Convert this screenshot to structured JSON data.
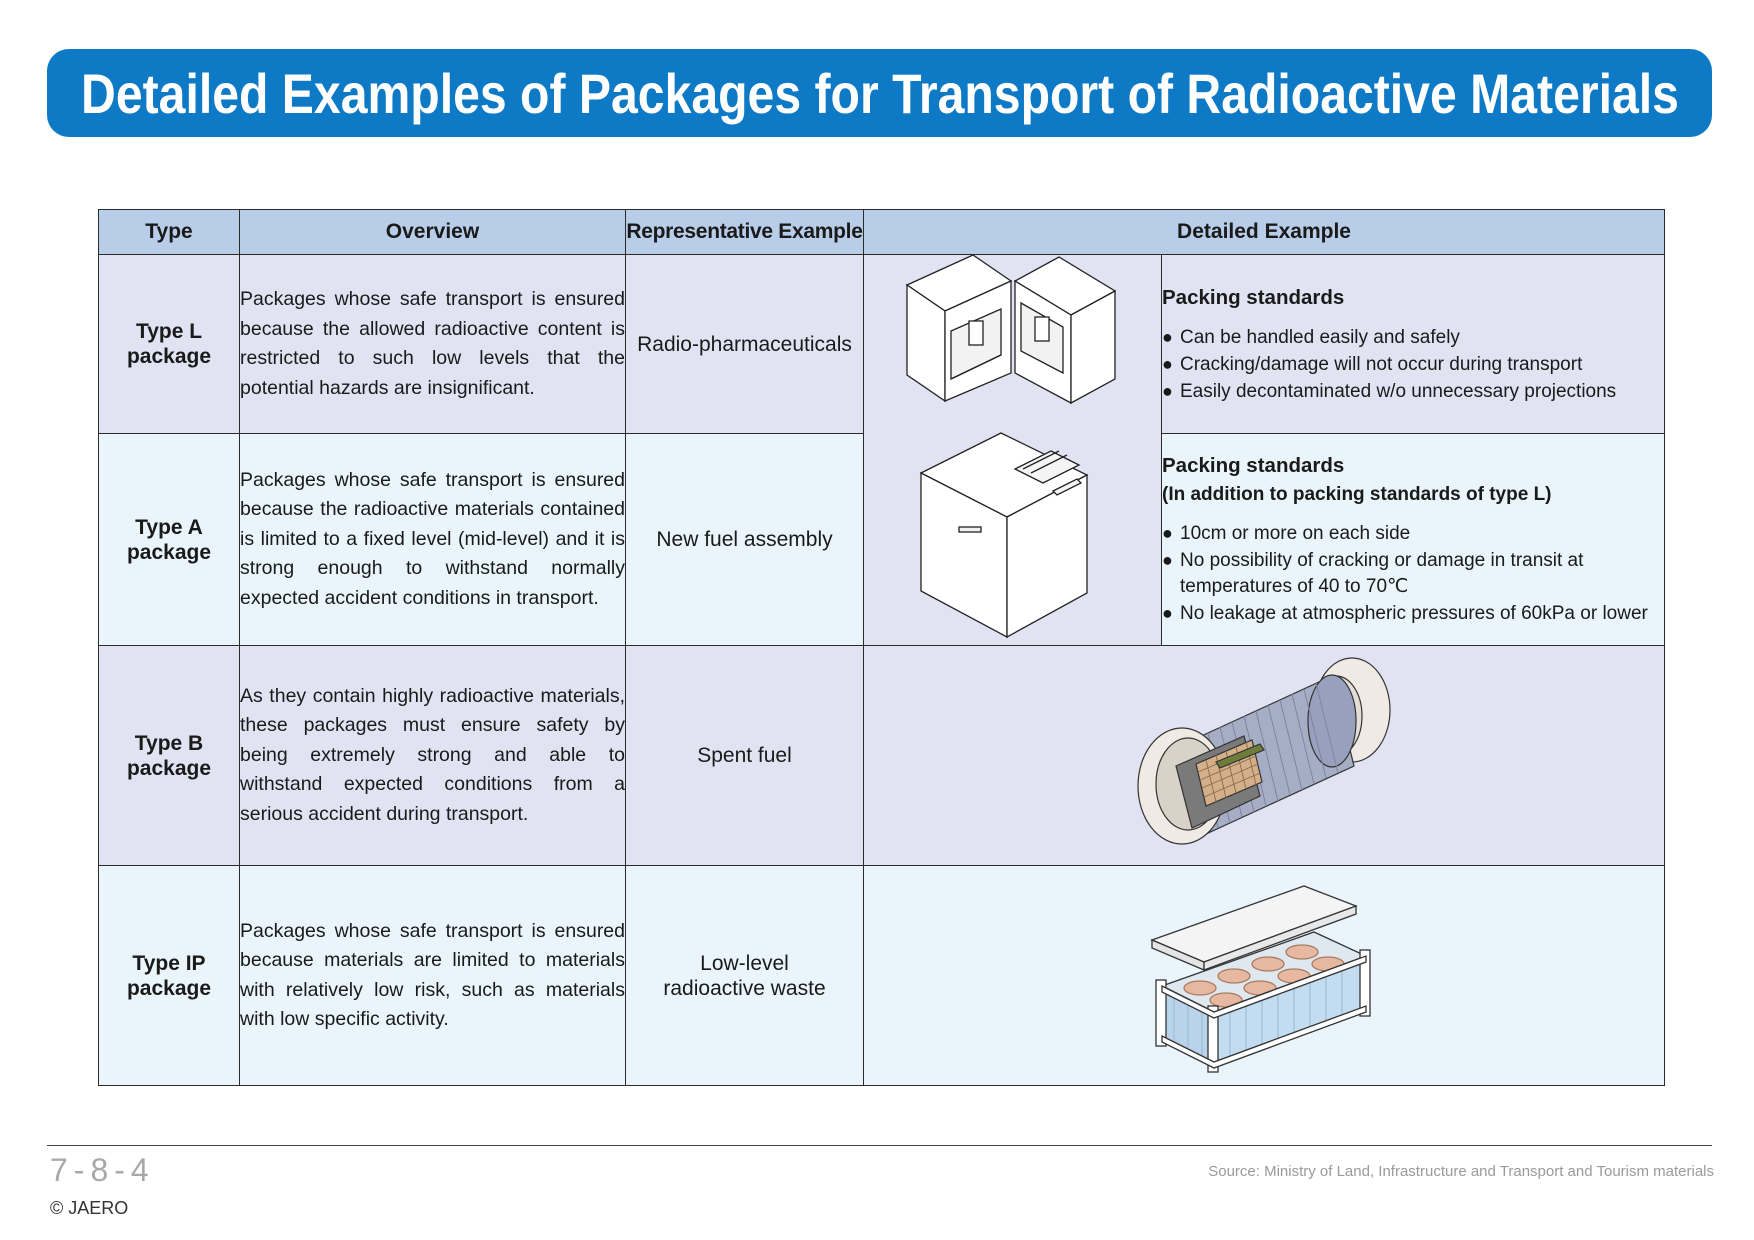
{
  "title": "Detailed Examples of Packages for Transport of Radioactive Materials",
  "table": {
    "headers": {
      "type": "Type",
      "overview": "Overview",
      "representative": "Representative Example",
      "detailed": "Detailed Example"
    },
    "rows": [
      {
        "type_line1": "Type L",
        "type_line2": "package",
        "overview": "Packages whose safe transport is ensured because the allowed radioactive content is restricted to such low levels that the potential hazards are insignificant.",
        "representative": "Radio-pharmaceuticals"
      },
      {
        "type_line1": "Type A",
        "type_line2": "package",
        "overview": "Packages whose safe transport is ensured because the radioactive materials contained is limited to a fixed level (mid-level) and it is strong enough to withstand normally expected accident conditions in transport.",
        "representative": "New fuel assembly"
      },
      {
        "type_line1": "Type B",
        "type_line2": "package",
        "overview": "As they contain highly radioactive materials, these packages must ensure safety by being extremely strong and able to withstand expected conditions from a serious accident during transport.",
        "representative": "Spent fuel"
      },
      {
        "type_line1": "Type IP",
        "type_line2": "package",
        "overview": "Packages whose safe transport is ensured because materials are limited to materials with relatively low risk, such as materials with low specific activity.",
        "representative_line1": "Low-level",
        "representative_line2": "radioactive waste"
      }
    ],
    "standards_l": {
      "heading": "Packing standards",
      "items": [
        "Can be handled easily and safely",
        "Cracking/damage will not occur during transport",
        "Easily decontaminated w/o unnecessary projections"
      ]
    },
    "standards_a": {
      "heading": "Packing standards",
      "subheading": "(In addition to packing standards of type L)",
      "items": [
        "10cm or more on each side",
        "No possibility of cracking or damage in transit at temperatures of 40 to 70℃",
        "No leakage at atmospheric pressures of 60kPa or lower"
      ]
    }
  },
  "footer": {
    "page_number": "7-8-4",
    "copyright": "© JAERO",
    "source": "Source: Ministry of Land, Infrastructure and Transport and Tourism materials"
  },
  "colors": {
    "title_bar": "#0e7ac6",
    "header_row": "#b8cde8",
    "row_lavender": "#e1e3f3",
    "row_light_blue": "#e9f4fb"
  }
}
